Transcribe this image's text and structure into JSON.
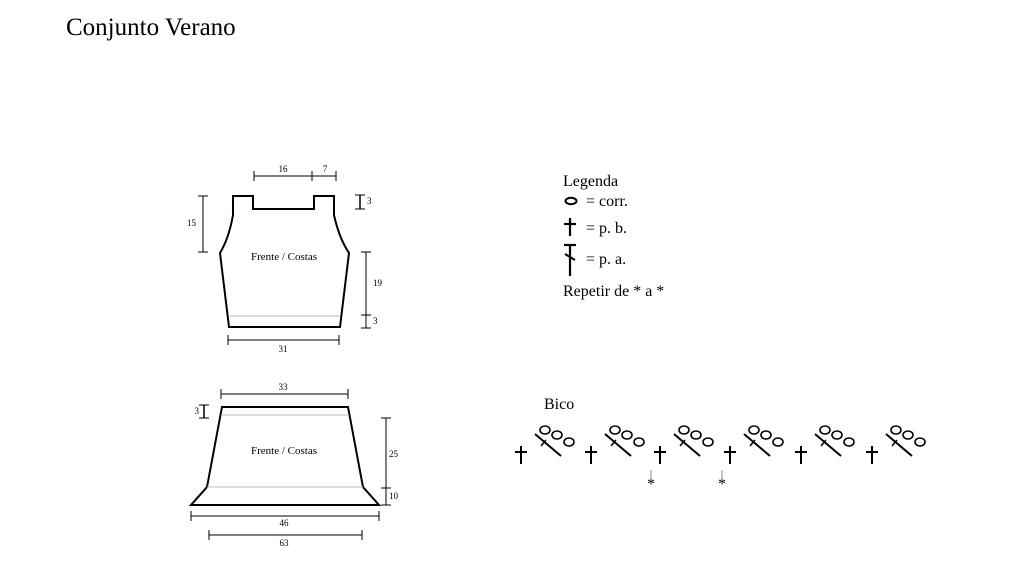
{
  "title": "Conjunto Verano",
  "top_piece": {
    "label": "Frente / Costas",
    "dims": {
      "neck": "16",
      "shoulder": "7",
      "neck_depth": "3",
      "armhole": "15",
      "side": "19",
      "hem": "3",
      "width": "31"
    }
  },
  "bottom_piece": {
    "label": "Frente / Costas",
    "dims": {
      "top_width": "33",
      "waistband": "3",
      "height": "25",
      "flare": "10",
      "inner_width": "46",
      "outer_width": "63"
    }
  },
  "legend": {
    "title": "Legenda",
    "items": [
      {
        "icon": "chain-stitch-icon",
        "text": "= corr."
      },
      {
        "icon": "single-crochet-icon",
        "text": "= p. b."
      },
      {
        "icon": "double-crochet-icon",
        "text": "= p. a."
      }
    ],
    "repeat": "Repetir de * a *"
  },
  "bico": {
    "title": "Bico",
    "repeat_mark": "*"
  },
  "colors": {
    "ink": "#000000",
    "hem_line": "#bbbbbb"
  }
}
